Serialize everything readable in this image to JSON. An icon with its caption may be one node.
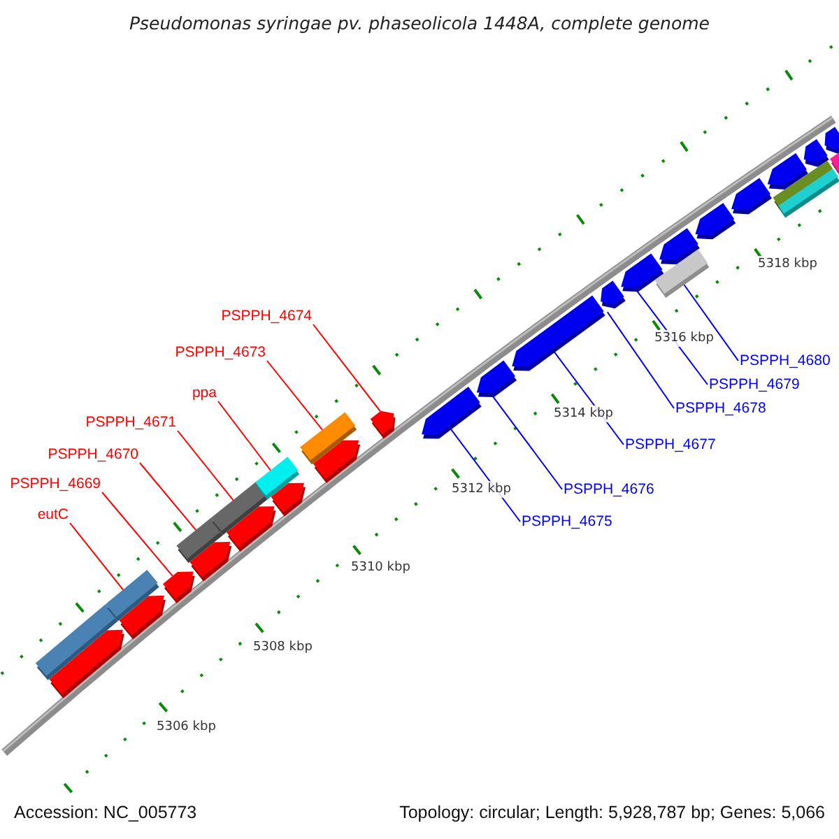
{
  "diagram": {
    "title": "Pseudomonas syringae pv. phaseolicola 1448A, complete genome",
    "nodes": [
      {
        "text": [
          "eutC"
        ]
      },
      {
        "text": [
          "PSPPH_4669"
        ]
      },
      {
        "text": [
          "PSPPH_4670"
        ]
      },
      {
        "text": [
          "PSPPH_4671"
        ]
      },
      {
        "text": [
          "ppa"
        ]
      },
      {
        "text": [
          "PSPPH_4673"
        ]
      },
      {
        "text": [
          "PSPPH_4674"
        ]
      },
      {
        "text": [
          "PSPPH_4675"
        ]
      },
      {
        "text": [
          "PSPPH_4676"
        ]
      },
      {
        "text": [
          "PSPPH_4677"
        ]
      },
      {
        "text": [
          "PSPPH_4678"
        ]
      },
      {
        "text": [
          "PSPPH_4679"
        ]
      },
      {
        "text": [
          "PSPPH_4680"
        ]
      },
      {
        "text": [],
        "shape": "arrow"
      },
      {
        "text": [],
        "shape": "arrow"
      },
      {
        "text": [],
        "shape": "arrow"
      },
      {
        "text": [],
        "shape": "arrow"
      },
      {
        "text": [],
        "shape": "arrow"
      },
      {
        "text": [],
        "shape": "arrow"
      },
      {
        "text": [],
        "shape": "arrow"
      },
      {
        "text": [],
        "shape": "arrow"
      },
      {
        "text": [],
        "shape": "bar"
      },
      {
        "text": [],
        "shape": "bar"
      },
      {
        "text": [],
        "shape": "bar"
      },
      {
        "text": [],
        "shape": "bar"
      },
      {
        "text": [],
        "shape": "bar"
      },
      {
        "text": [],
        "shape": "bar"
      },
      {
        "text": [],
        "shape": "arrow"
      },
      {
        "text": [],
        "shape": "arrow"
      },
      {
        "text": [],
        "shape": "arrow"
      },
      {
        "text": [],
        "shape": "arrow"
      },
      {
        "text": [],
        "shape": "arrow"
      },
      {
        "text": [],
        "shape": "arrow"
      },
      {
        "text": [],
        "shape": "arrow"
      },
      {
        "text": [],
        "shape": "arrow"
      },
      {
        "text": [],
        "shape": "arrow"
      },
      {
        "text": [],
        "shape": "arrow"
      },
      {
        "text": [],
        "shape": "arrow"
      },
      {
        "text": [],
        "shape": "bar"
      },
      {
        "text": [],
        "shape": "bar"
      },
      {
        "text": [],
        "shape": "bar"
      },
      {
        "text": [],
        "shape": "bar"
      }
    ],
    "edges": [
      {
        "from": 0,
        "to": 14,
        "arrow": "none"
      },
      {
        "from": 1,
        "to": 15,
        "arrow": "none"
      },
      {
        "from": 2,
        "to": 16,
        "arrow": "none"
      },
      {
        "from": 3,
        "to": 17,
        "arrow": "none"
      },
      {
        "from": 4,
        "to": 18,
        "arrow": "none"
      },
      {
        "from": 5,
        "to": 19,
        "arrow": "none"
      },
      {
        "from": 6,
        "to": 20,
        "arrow": "none"
      },
      {
        "from": 7,
        "to": 27,
        "arrow": "none",
        "color": "#0000ff"
      },
      {
        "from": 8,
        "to": 28,
        "arrow": "none",
        "color": "#0000ff"
      },
      {
        "from": 9,
        "to": 29,
        "arrow": "none",
        "color": "#0000ff"
      },
      {
        "from": 10,
        "to": 30,
        "arrow": "none",
        "color": "#0000ff"
      },
      {
        "from": 11,
        "to": 31,
        "arrow": "none",
        "color": "#0000ff"
      },
      {
        "from": 12,
        "to": 38,
        "arrow": "none",
        "color": "#0000ff"
      }
    ],
    "labels": [
      "5318 kbp",
      "5316 kbp",
      "5314 kbp",
      "5312 kbp",
      "5310 kbp",
      "5308 kbp",
      "5306 kbp",
      "Accession: NC_005773",
      "Topology: circular; Length: 5,928,787 bp; Genes: 5,066"
    ]
  }
}
